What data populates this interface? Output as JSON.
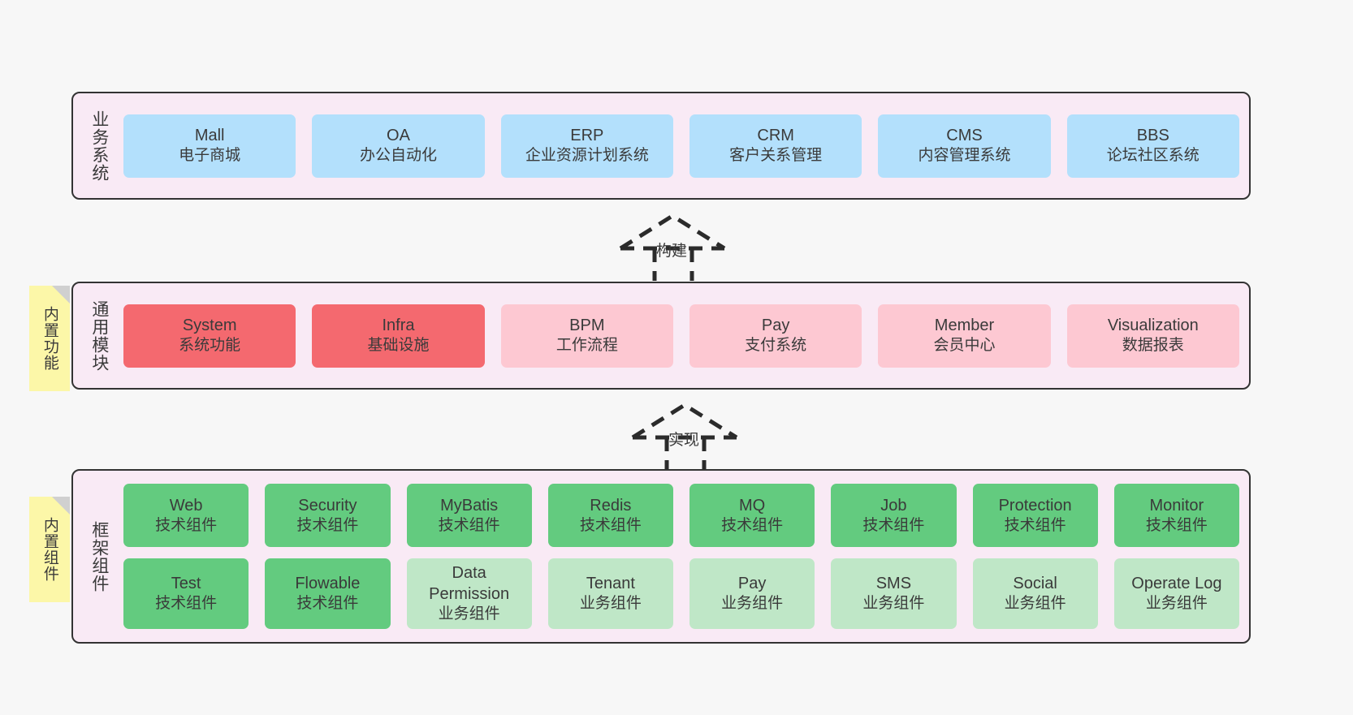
{
  "diagram": {
    "title_hidden": "",
    "colors": {
      "canvas_bg": "#f7f7f7",
      "layer_bg": "#f9eaf5",
      "layer_border": "#333333",
      "blue": "#b3e0fc",
      "red": "#f4696f",
      "pink_light": "#fdc8d2",
      "green": "#63cb7f",
      "green_light": "#bfe7c7",
      "note_yellow": "#fcf7a8",
      "note_fold": "#d0d0d0",
      "text": "#3a3a3a"
    }
  },
  "layers": [
    {
      "id": "business-systems",
      "label": "业务系统",
      "note": null,
      "rows": [
        {
          "nodes": [
            {
              "en": "Mall",
              "cn": "电子商城",
              "color": "blue"
            },
            {
              "en": "OA",
              "cn": "办公自动化",
              "color": "blue"
            },
            {
              "en": "ERP",
              "cn": "企业资源计划系统",
              "color": "blue"
            },
            {
              "en": "CRM",
              "cn": "客户关系管理",
              "color": "blue"
            },
            {
              "en": "CMS",
              "cn": "内容管理系统",
              "color": "blue"
            },
            {
              "en": "BBS",
              "cn": "论坛社区系统",
              "color": "blue"
            }
          ]
        }
      ]
    },
    {
      "id": "common-modules",
      "label": "通用模块",
      "note": "内置功能",
      "rows": [
        {
          "nodes": [
            {
              "en": "System",
              "cn": "系统功能",
              "color": "red"
            },
            {
              "en": "Infra",
              "cn": "基础设施",
              "color": "red"
            },
            {
              "en": "BPM",
              "cn": "工作流程",
              "color": "pinklight"
            },
            {
              "en": "Pay",
              "cn": "支付系统",
              "color": "pinklight"
            },
            {
              "en": "Member",
              "cn": "会员中心",
              "color": "pinklight"
            },
            {
              "en": "Visualization",
              "cn": "数据报表",
              "color": "pinklight"
            }
          ]
        }
      ]
    },
    {
      "id": "framework-components",
      "label": "框架组件",
      "note": "内置组件",
      "rows": [
        {
          "nodes": [
            {
              "en": "Web",
              "cn": "技术组件",
              "color": "green"
            },
            {
              "en": "Security",
              "cn": "技术组件",
              "color": "green"
            },
            {
              "en": "MyBatis",
              "cn": "技术组件",
              "color": "green"
            },
            {
              "en": "Redis",
              "cn": "技术组件",
              "color": "green"
            },
            {
              "en": "MQ",
              "cn": "技术组件",
              "color": "green"
            },
            {
              "en": "Job",
              "cn": "技术组件",
              "color": "green"
            },
            {
              "en": "Protection",
              "cn": "技术组件",
              "color": "green"
            },
            {
              "en": "Monitor",
              "cn": "技术组件",
              "color": "green"
            }
          ]
        },
        {
          "nodes": [
            {
              "en": "Test",
              "cn": "技术组件",
              "color": "green"
            },
            {
              "en": "Flowable",
              "cn": "技术组件",
              "color": "green"
            },
            {
              "en": "Data Permission",
              "cn": "业务组件",
              "color": "greenlight",
              "wrap": true
            },
            {
              "en": "Tenant",
              "cn": "业务组件",
              "color": "greenlight"
            },
            {
              "en": "Pay",
              "cn": "业务组件",
              "color": "greenlight"
            },
            {
              "en": "SMS",
              "cn": "业务组件",
              "color": "greenlight"
            },
            {
              "en": "Social",
              "cn": "业务组件",
              "color": "greenlight"
            },
            {
              "en": "Operate Log",
              "cn": "业务组件",
              "color": "greenlight"
            }
          ]
        }
      ]
    }
  ],
  "connectors": [
    {
      "id": "build",
      "label": "构建"
    },
    {
      "id": "implement",
      "label": "实现"
    }
  ]
}
